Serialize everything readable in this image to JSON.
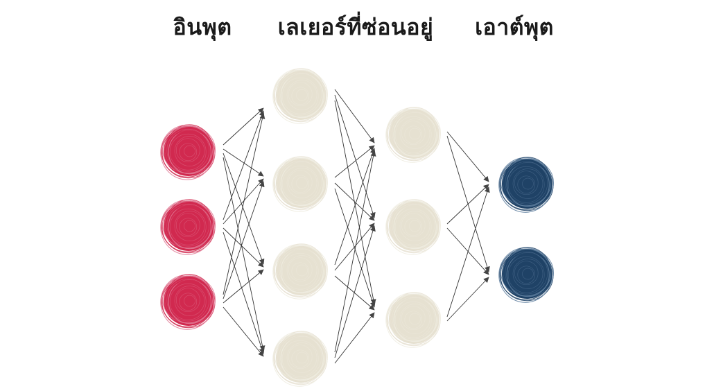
{
  "titles": {
    "input": "อินพุต",
    "hidden": "เลเยอร์ที่ซ่อนอยู่",
    "output": "เอาต์พุต"
  },
  "layers": [
    {
      "key": "input",
      "nodes": 3,
      "color": "#d1294f",
      "ring": "#e07a95"
    },
    {
      "key": "hidden1",
      "nodes": 4,
      "color": "#e6e1d1",
      "ring": "#efece1"
    },
    {
      "key": "hidden2",
      "nodes": 3,
      "color": "#e6e1d1",
      "ring": "#efece1"
    },
    {
      "key": "output",
      "nodes": 2,
      "color": "#1f4266",
      "ring": "#5f7f9f"
    }
  ],
  "colors": {
    "edge": "#333333",
    "arrow": "#444444"
  }
}
